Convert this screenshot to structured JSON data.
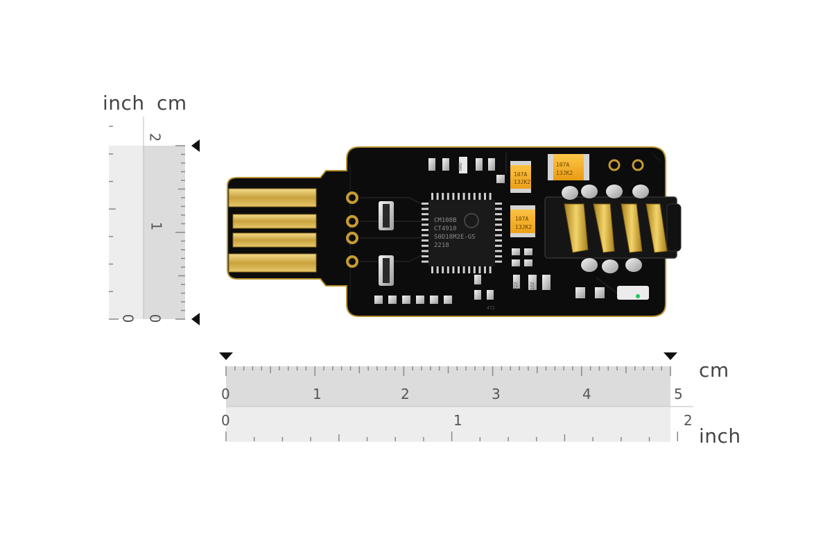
{
  "vertical_ruler": {
    "unit_inch": "inch",
    "unit_cm": "cm",
    "cm_labels": [
      "0",
      "1",
      "2"
    ],
    "inch_label": "0"
  },
  "horizontal_ruler": {
    "unit_cm": "cm",
    "unit_inch": "inch",
    "cm_labels": [
      "0",
      "1",
      "2",
      "3",
      "4",
      "5"
    ],
    "inch_labels": [
      "0",
      "1",
      "2"
    ]
  },
  "board": {
    "ic_text": [
      "CM108B",
      "CT4910",
      "S0D18M2E-GS",
      "2218"
    ],
    "cap_text": [
      "107A",
      "13JK2"
    ],
    "small_marks": [
      "222",
      "102",
      "472",
      "680"
    ]
  }
}
